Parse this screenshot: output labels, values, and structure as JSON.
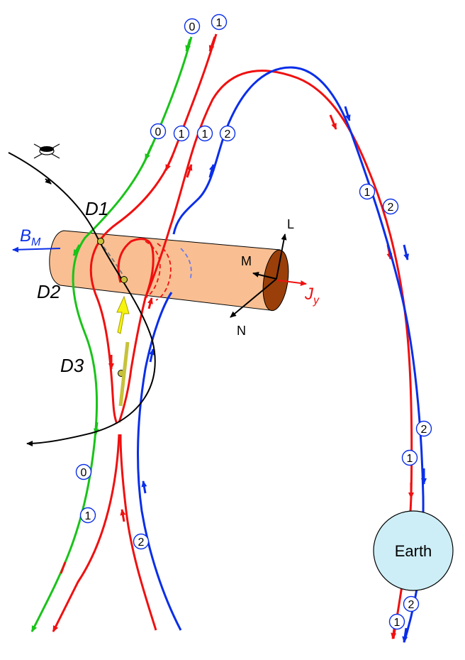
{
  "labels": {
    "D1": "D1",
    "D2": "D2",
    "D3": "D3",
    "BM_main": "B",
    "BM_sub": "M",
    "Jy_main": "J",
    "Jy_sub": "y",
    "L": "L",
    "M": "M",
    "N": "N",
    "earth": "Earth"
  },
  "field_line_numbers": {
    "zero": "0",
    "one": "1",
    "two": "2"
  },
  "colors": {
    "line0": "#19c319",
    "line1": "#f01010",
    "line2": "#0a2ee8",
    "flux_rope": "#f9bf92",
    "flux_rope_end": "#9a3f0a",
    "earth": "#cdeef6",
    "spacecraft_path": "#000000",
    "yellow_arrow": "#f7f40c",
    "olive_bar": "#c7c23a"
  },
  "icons": [
    "spacecraft-icon"
  ]
}
